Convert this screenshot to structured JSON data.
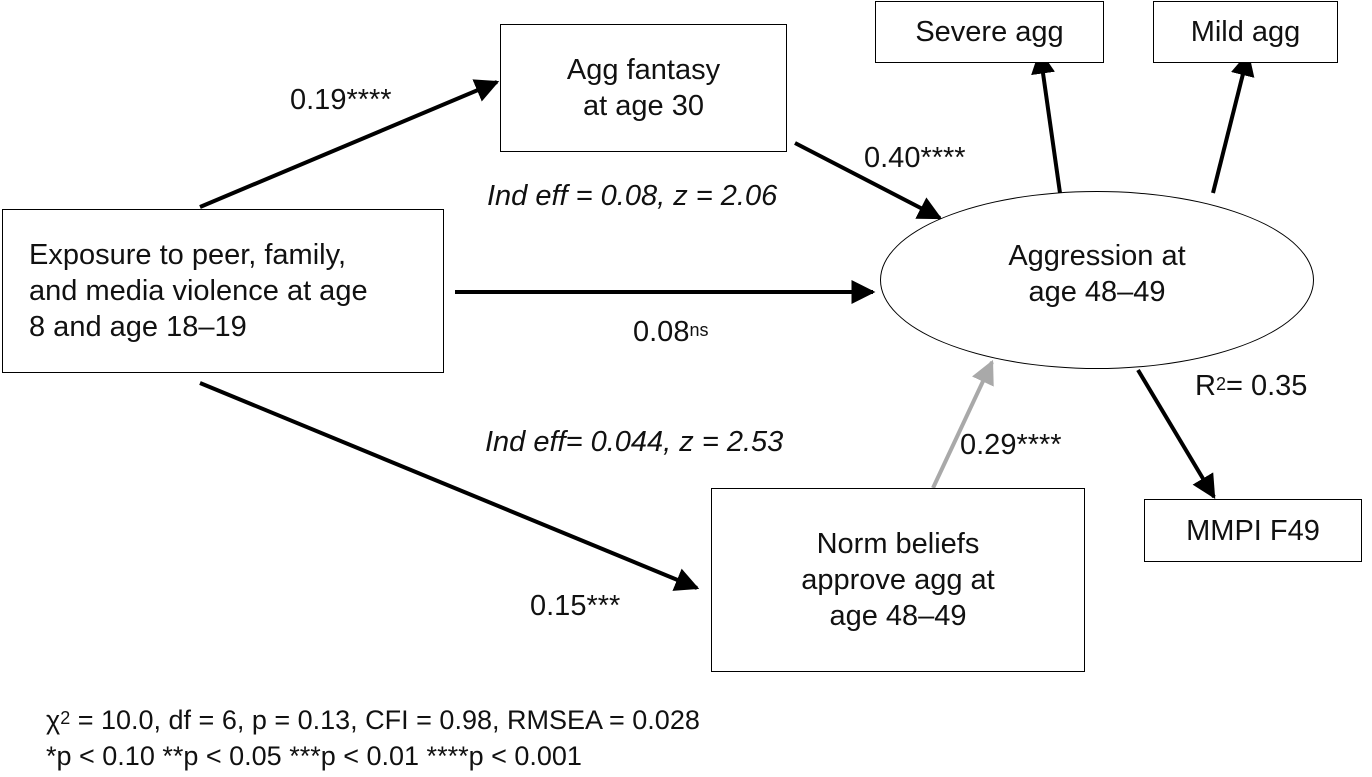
{
  "nodes": {
    "exposure": {
      "line1": "Exposure to peer, family,",
      "line2": "and media violence at age",
      "line3": "8 and age 18–19"
    },
    "fantasy": {
      "line1": "Agg fantasy",
      "line2": "at age 30"
    },
    "norm": {
      "line1": "Norm beliefs",
      "line2": "approve agg at",
      "line3": "age 48–49"
    },
    "aggression": {
      "line1": "Aggression at",
      "line2": "age 48–49"
    },
    "severe": "Severe agg",
    "mild": "Mild agg",
    "mmpi": "MMPI F49"
  },
  "edges": {
    "exposure_fantasy": {
      "value": "0.19",
      "sig": "****"
    },
    "fantasy_aggression": {
      "value": "0.40",
      "sig": "****"
    },
    "exposure_aggression": {
      "value": "0.08",
      "sig": "ns"
    },
    "exposure_norm": {
      "value": "0.15",
      "sig": "***"
    },
    "norm_aggression": {
      "value": "0.29",
      "sig": "****"
    }
  },
  "indirect": {
    "fantasy": "Ind eff = 0.08, z = 2.06",
    "norm": "Ind eff= 0.044, z = 2.53"
  },
  "r2": {
    "label": "R",
    "sup": "2",
    "value": "= 0.35"
  },
  "footer": {
    "chi_symbol": "χ",
    "chi_sup": "2",
    "fit": " = 10.0, df = 6, p = 0.13, CFI = 0.98, RMSEA = 0.028",
    "sig_key": "*p < 0.10  **p < 0.05  ***p < 0.01  ****p < 0.001"
  },
  "colors": {
    "path": "#000000",
    "norm_path": "#a9a9a9"
  }
}
